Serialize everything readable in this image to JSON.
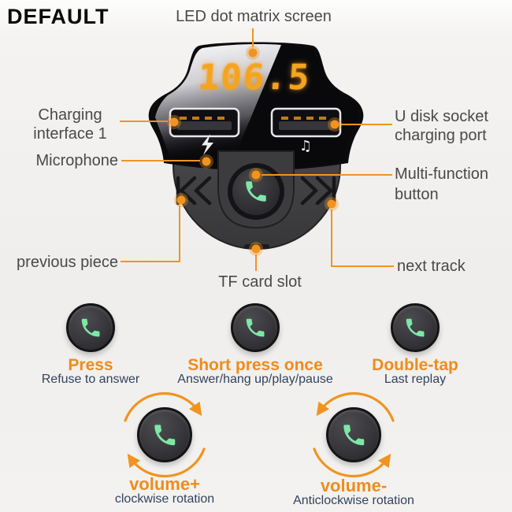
{
  "watermark": "DEFAULT",
  "device": {
    "display_value": "106.5"
  },
  "callouts": {
    "led": "LED dot matrix screen",
    "charging_line1": "Charging",
    "charging_line2": "interface 1",
    "microphone": "Microphone",
    "udisk_line1": "U disk socket",
    "udisk_line2": "charging port",
    "multifunction_line1": "Multi-function",
    "multifunction_line2": "button",
    "previous": "previous piece",
    "next": "next track",
    "tf": "TF card slot"
  },
  "gestures": [
    {
      "action": "Press",
      "result": "Refuse to answer"
    },
    {
      "action": "Short press once",
      "result": "Answer/hang up/play/pause"
    },
    {
      "action": "Double-tap",
      "result": "Last replay"
    }
  ],
  "rotations": [
    {
      "action": "volume+",
      "result": "clockwise rotation",
      "direction": "clockwise"
    },
    {
      "action": "volume-",
      "result": "Anticlockwise rotation",
      "direction": "anticlockwise"
    }
  ],
  "icons": {
    "phone": "phone-handset-icon",
    "charge": "lightning-bolt-icon",
    "music_note_glyph": "♫",
    "previous": "previous-track-icon",
    "next": "next-track-icon"
  },
  "colors": {
    "accent_orange": "#F0941F",
    "orange_text": "#EE8C1C",
    "navy_text": "#33425C",
    "label_gray": "#49494C",
    "led_orange": "#F5A41F",
    "phone_green": "#7DE8A6"
  }
}
